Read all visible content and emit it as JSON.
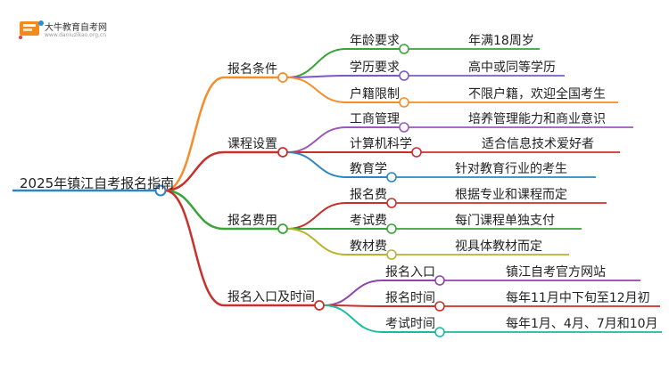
{
  "logo": {
    "title": "大牛教育自考网",
    "url": "www.daniuzikao.org.cn",
    "accent_colors": [
      "#f28a1e",
      "#2b8fd6",
      "#e8403a"
    ]
  },
  "mindmap": {
    "root": "2025年镇江自考报名指南",
    "branches": [
      {
        "label": "报名条件",
        "color": "#f58d2a",
        "children": [
          {
            "label": "年龄要求",
            "leaf": "年满18周岁",
            "color": "#3aa33a"
          },
          {
            "label": "学历要求",
            "leaf": "高中或同等学历",
            "color": "#7b58c9"
          },
          {
            "label": "户籍限制",
            "leaf": "不限户籍，欢迎全国考生",
            "color": "#f58d2a"
          }
        ]
      },
      {
        "label": "课程设置",
        "color": "#c9302c",
        "children": [
          {
            "label": "工商管理",
            "leaf": "培养管理能力和商业意识",
            "color": "#9b59b6"
          },
          {
            "label": "计算机科学",
            "leaf": "适合信息技术爱好者",
            "color": "#c9302c"
          },
          {
            "label": "教育学",
            "leaf": "针对教育行业的考生",
            "color": "#2e86c1"
          }
        ]
      },
      {
        "label": "报名费用",
        "color": "#3aa33a",
        "children": [
          {
            "label": "报名费",
            "leaf": "根据专业和课程而定",
            "color": "#c9302c"
          },
          {
            "label": "考试费",
            "leaf": "每门课程单独支付",
            "color": "#3aa33a"
          },
          {
            "label": "教材费",
            "leaf": "视具体教材而定",
            "color": "#b5b52a"
          }
        ]
      },
      {
        "label": "报名入口及时间",
        "color": "#c9302c",
        "children": [
          {
            "label": "报名入口",
            "leaf": "镇江自考官方网站",
            "color": "#8e44ad"
          },
          {
            "label": "报名时间",
            "leaf": "每年11月中下旬至12月初",
            "color": "#c9302c"
          },
          {
            "label": "考试时间",
            "leaf": "每年1月、4月、7月和10月",
            "color": "#1abc9c"
          }
        ]
      }
    ]
  }
}
